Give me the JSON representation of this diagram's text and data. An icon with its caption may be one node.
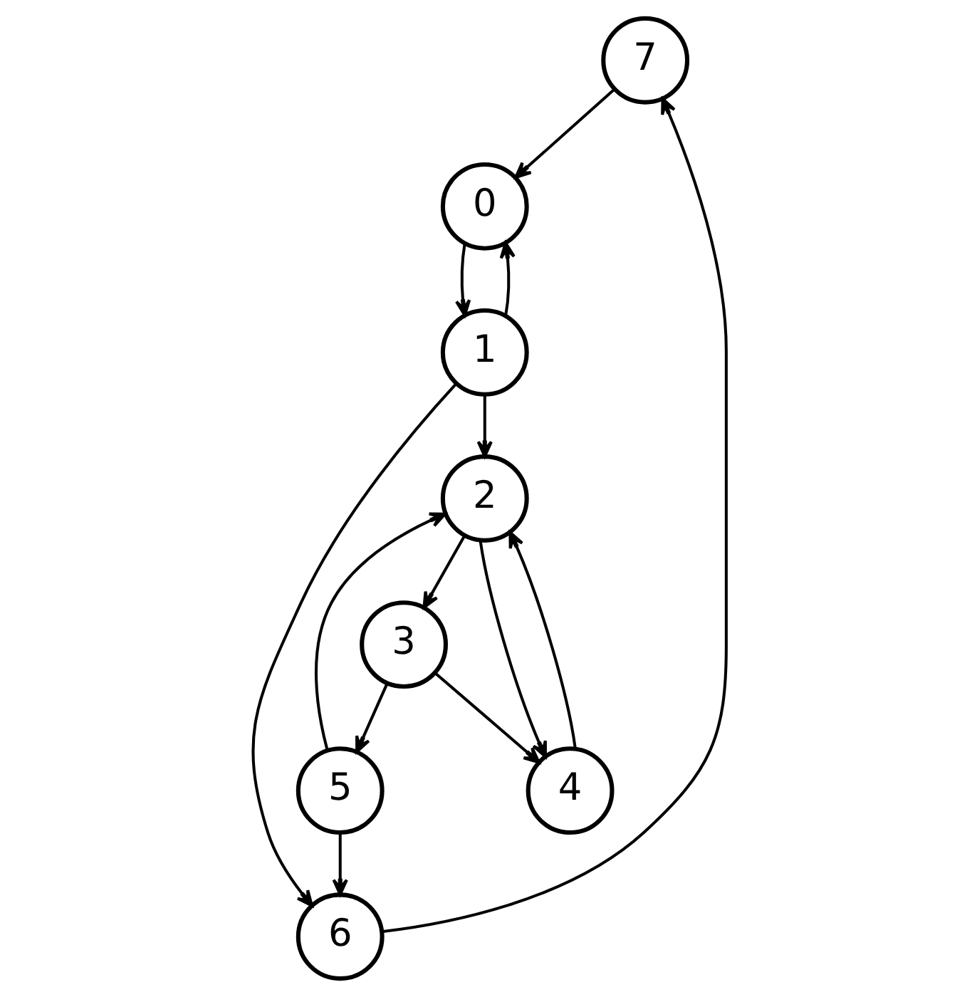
{
  "diagram": {
    "nodes": [
      {
        "text": [
          "7"
        ]
      },
      {
        "text": [
          "6"
        ]
      },
      {
        "text": [
          "0"
        ]
      },
      {
        "text": [
          "1"
        ]
      },
      {
        "text": [
          "2"
        ]
      },
      {
        "text": [
          "5"
        ]
      },
      {
        "text": [
          "3"
        ]
      },
      {
        "text": [
          "4"
        ]
      }
    ],
    "edges": [
      {
        "from": 1,
        "to": 0,
        "arrow": "to"
      },
      {
        "from": 0,
        "to": 2,
        "arrow": "to"
      },
      {
        "from": 3,
        "to": 2,
        "arrow": "to"
      },
      {
        "from": 2,
        "to": 3,
        "arrow": "to"
      },
      {
        "from": 3,
        "to": 1,
        "arrow": "to"
      },
      {
        "from": 5,
        "to": 1,
        "arrow": "to"
      },
      {
        "from": 3,
        "to": 4,
        "arrow": "to"
      },
      {
        "from": 5,
        "to": 4,
        "arrow": "to"
      },
      {
        "from": 4,
        "to": 6,
        "arrow": "to"
      },
      {
        "from": 6,
        "to": 5,
        "arrow": "to"
      },
      {
        "from": 6,
        "to": 7,
        "arrow": "to"
      },
      {
        "from": 4,
        "to": 7,
        "arrow": "to"
      },
      {
        "from": 7,
        "to": 4,
        "arrow": "to"
      }
    ]
  }
}
